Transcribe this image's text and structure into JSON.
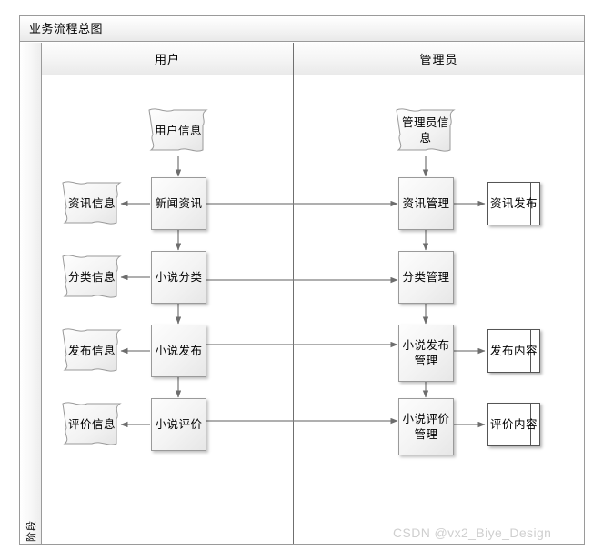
{
  "diagram": {
    "title": "业务流程总图",
    "phase_label": "阶段",
    "watermark": "CSDN @vx2_Biye_Design",
    "lanes": [
      {
        "id": "user",
        "label": "用户"
      },
      {
        "id": "admin",
        "label": "管理员"
      }
    ],
    "nodes": {
      "user_info": {
        "text": "用户信息",
        "shape": "document"
      },
      "news_info": {
        "text": "新闻资讯",
        "shape": "process"
      },
      "news_store": {
        "text": "资讯信息",
        "shape": "document"
      },
      "novel_category": {
        "text": "小说分类",
        "shape": "process"
      },
      "category_store": {
        "text": "分类信息",
        "shape": "document"
      },
      "novel_publish": {
        "text": "小说发布",
        "shape": "process"
      },
      "publish_store": {
        "text": "发布信息",
        "shape": "document"
      },
      "novel_review": {
        "text": "小说评价",
        "shape": "process"
      },
      "review_store": {
        "text": "评价信息",
        "shape": "document"
      },
      "admin_info": {
        "text": "管理员信息",
        "shape": "document"
      },
      "news_manage": {
        "text": "资讯管理",
        "shape": "process"
      },
      "news_release": {
        "text": "资讯发布",
        "shape": "predefined"
      },
      "category_manage": {
        "text": "分类管理",
        "shape": "process"
      },
      "publish_manage": {
        "text": "小说发布管理",
        "shape": "process"
      },
      "publish_content": {
        "text": "发布内容",
        "shape": "predefined"
      },
      "review_manage": {
        "text": "小说评价管理",
        "shape": "process"
      },
      "review_content": {
        "text": "评价内容",
        "shape": "predefined"
      }
    },
    "colors": {
      "frame_border": "#9a9a9a",
      "lane_divider": "#6f6f6f",
      "connector": "#7f7f7f",
      "shape_border": "#9a9a9a",
      "watermark": "#cfcfcf"
    }
  }
}
